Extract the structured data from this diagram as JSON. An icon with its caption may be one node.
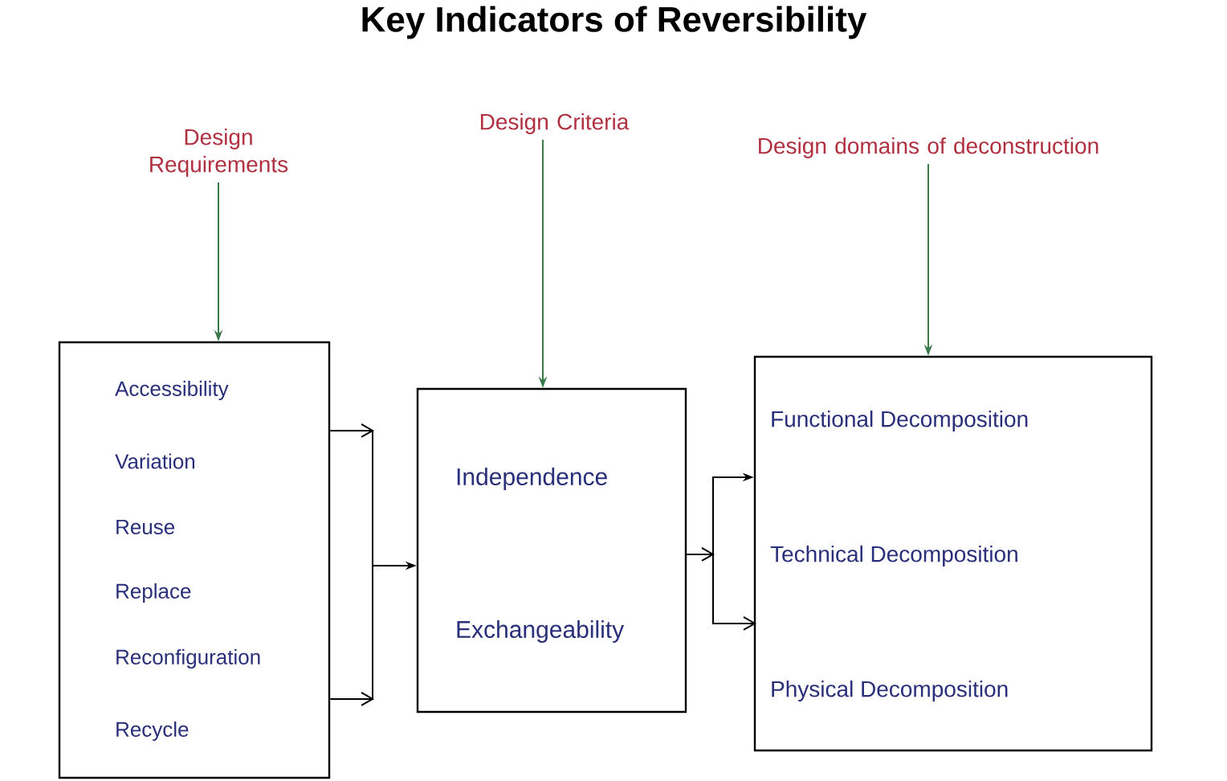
{
  "diagram": {
    "title": "Key Indicators of Reversibility",
    "nodes": [
      {
        "text": [
          "Design Requirements"
        ]
      },
      {
        "text": [
          "Design Criteria"
        ]
      },
      {
        "text": [
          "Design domains of deconstruction"
        ]
      },
      {
        "text": [
          "Accessibility",
          "Variation",
          "Reuse",
          "Replace",
          "Reconfiguration",
          "Recycle"
        ]
      },
      {
        "text": [
          "Independence",
          "Exchangeability"
        ]
      },
      {
        "text": [
          "Functional Decomposition",
          "Technical Decomposition",
          "Physical Decomposition"
        ]
      }
    ],
    "edges": [
      {
        "from": 0,
        "to": 3,
        "arrow": "to",
        "color": "#3a7a4a"
      },
      {
        "from": 1,
        "to": 4,
        "arrow": "to",
        "color": "#3a7a4a"
      },
      {
        "from": 2,
        "to": 5,
        "arrow": "to",
        "color": "#3a7a4a"
      },
      {
        "from": 3,
        "to": 4,
        "arrow": "to",
        "color": "#000000"
      },
      {
        "from": 4,
        "to": 5,
        "arrow": "to",
        "color": "#000000"
      }
    ]
  }
}
